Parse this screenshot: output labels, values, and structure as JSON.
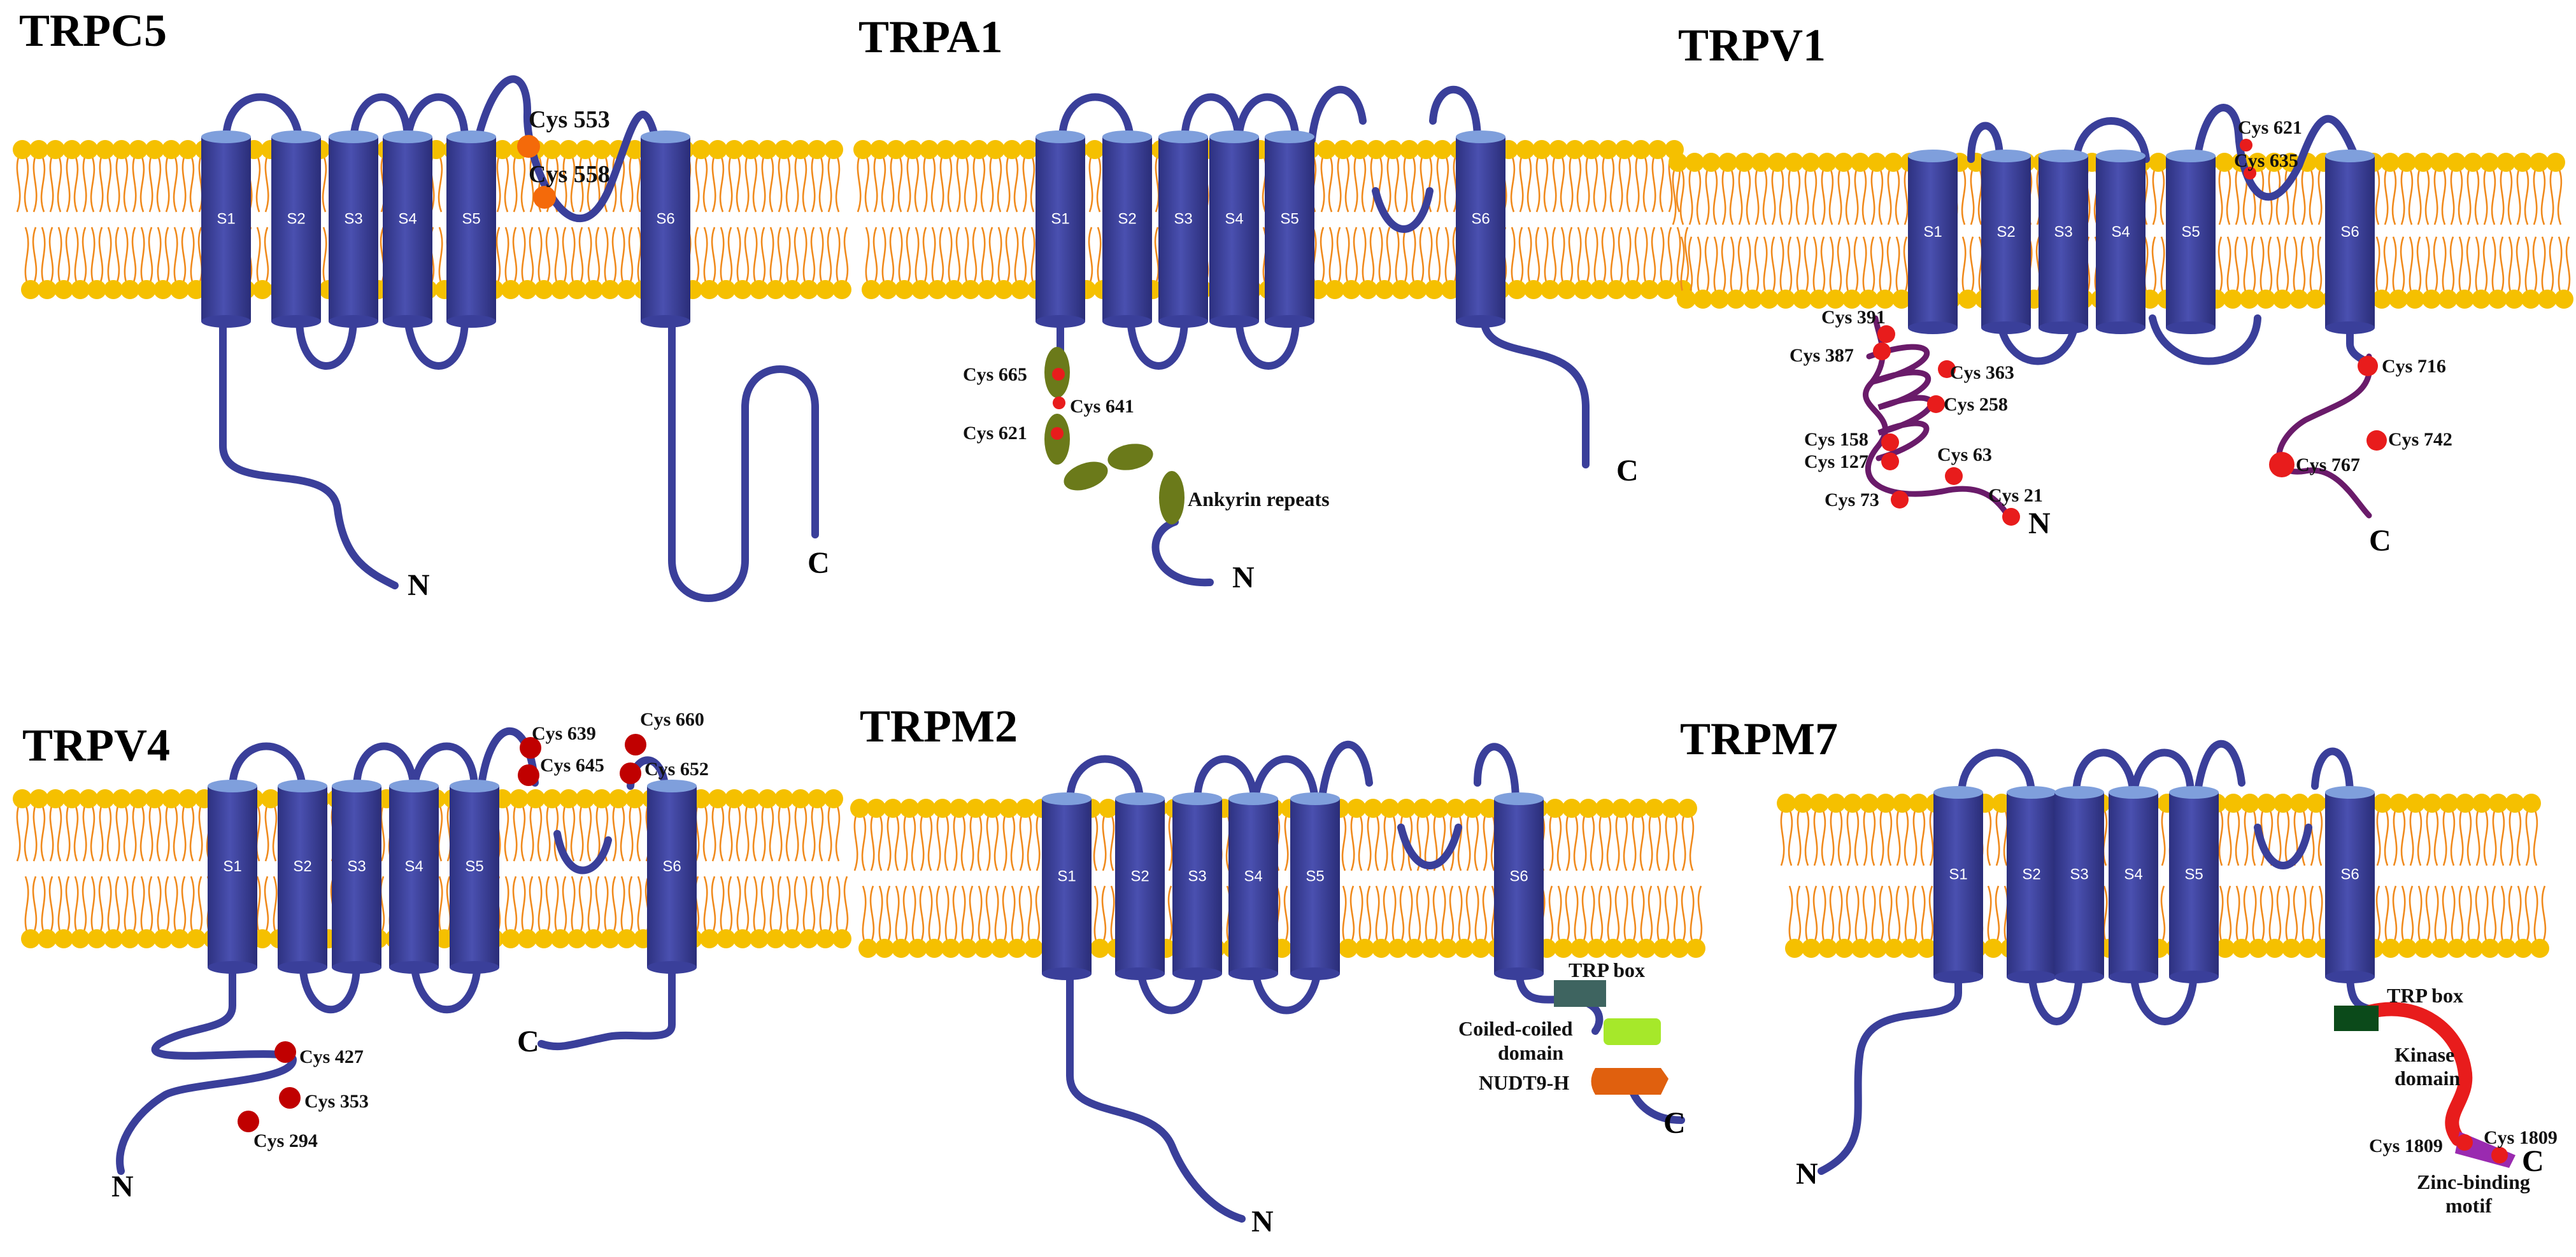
{
  "colors": {
    "helix": "#3a3f9a",
    "helix_top": "#7f9fdc",
    "lipid_head": "#f5c000",
    "lipid_tail": "#f08a1c",
    "cysteine": "#e81c1c",
    "cysteine_dark": "#c00000",
    "ankyrin": "#6b7a1a",
    "trp_box_m2": "#3e6460",
    "trp_box_m7": "#0b4a1a",
    "coiled_coil": "#a6e82a",
    "nudt9": "#e0600e",
    "kinase": "#e81c1c",
    "zinc": "#9a2ab0",
    "purple_chain": "#6a1b6a"
  },
  "segment_labels": [
    "S1",
    "S2",
    "S3",
    "S4",
    "S5",
    "S6"
  ],
  "panels": {
    "trpc5": {
      "title": "TRPC5",
      "n": "N",
      "c": "C",
      "cys": [
        "Cys 553",
        "Cys 558"
      ]
    },
    "trpa1": {
      "title": "TRPA1",
      "n": "N",
      "c": "C",
      "cys": [
        "Cys 665",
        "Cys 641",
        "Cys 621"
      ],
      "ankyrin": "Ankyrin repeats"
    },
    "trpv1": {
      "title": "TRPV1",
      "n": "N",
      "c": "C",
      "cys_top": [
        "Cys 621",
        "Cys 635"
      ],
      "cys_n": [
        "Cys 391",
        "Cys 387",
        "Cys 363",
        "Cys 258",
        "Cys 158",
        "Cys 127",
        "Cys 63",
        "Cys 73",
        "Cys 21"
      ],
      "cys_c": [
        "Cys 716",
        "Cys 742",
        "Cys 767"
      ]
    },
    "trpv4": {
      "title": "TRPV4",
      "n": "N",
      "c": "C",
      "cys_top": [
        "Cys 639",
        "Cys 645",
        "Cys 660",
        "Cys 652"
      ],
      "cys_n": [
        "Cys 427",
        "Cys 353",
        "Cys 294"
      ]
    },
    "trpm2": {
      "title": "TRPM2",
      "n": "N",
      "c": "C",
      "trp_box": "TRP box",
      "coiled_line1": "Coiled-coiled",
      "coiled_line2": "domain",
      "nudt9": "NUDT9-H"
    },
    "trpm7": {
      "title": "TRPM7",
      "n": "N",
      "c": "C",
      "trp_box": "TRP box",
      "kinase_line1": "Kinase",
      "kinase_line2": "domain",
      "cys": [
        "Cys 1809",
        "Cys 1809"
      ],
      "zinc_line1": "Zinc-binding",
      "zinc_line2": "motif"
    }
  }
}
